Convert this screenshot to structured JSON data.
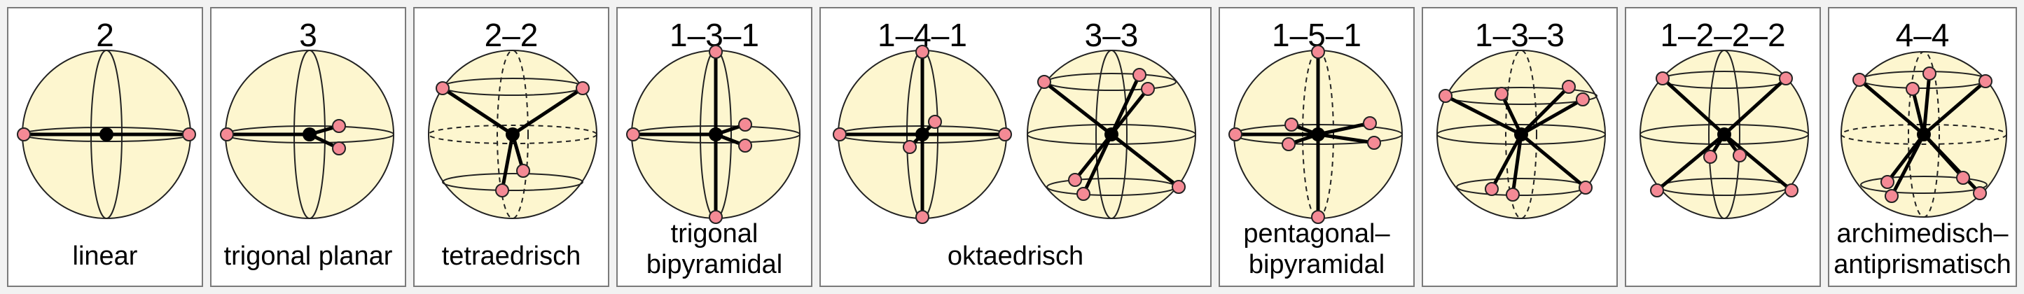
{
  "panels": [
    {
      "id": "p1",
      "formulas": [
        "2"
      ],
      "name_lines": [
        "linear"
      ]
    },
    {
      "id": "p2",
      "formulas": [
        "3"
      ],
      "name_lines": [
        "trigonal planar"
      ]
    },
    {
      "id": "p3",
      "formulas": [
        "2–2"
      ],
      "name_lines": [
        "tetraedrisch"
      ]
    },
    {
      "id": "p4",
      "formulas": [
        "1–3–1"
      ],
      "name_lines": [
        "trigonal",
        "bipyramidal"
      ]
    },
    {
      "id": "p5",
      "formulas": [
        "1–4–1",
        "3–3"
      ],
      "name_lines": [
        "oktaedrisch"
      ]
    },
    {
      "id": "p6",
      "formulas": [
        "1–5–1"
      ],
      "name_lines": [
        "pentagonal–",
        "bipyramidal"
      ]
    },
    {
      "id": "p7",
      "formulas": [
        "1–3–3"
      ],
      "name_lines": []
    },
    {
      "id": "p8",
      "formulas": [
        "1–2–2–2"
      ],
      "name_lines": []
    },
    {
      "id": "p9",
      "formulas": [
        "4–4"
      ],
      "name_lines": [
        "archimedisch–",
        "antiprismatisch"
      ]
    }
  ],
  "colors": {
    "sphere_fill": "#fdf6cf",
    "outline": "#222222",
    "ligand": "#f48a95",
    "center": "#000000",
    "panel_border": "#7a7a7a"
  }
}
